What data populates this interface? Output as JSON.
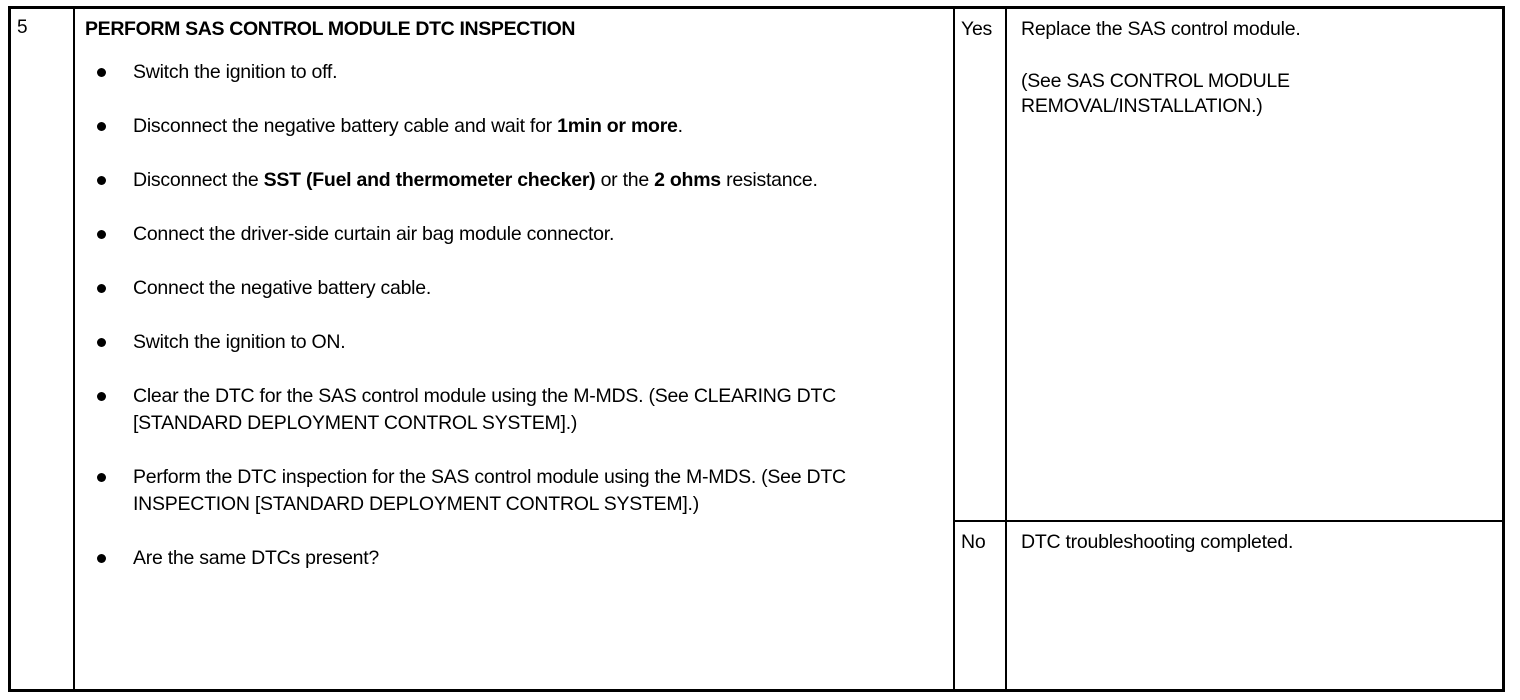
{
  "document": {
    "type": "diagnostic-troubleshooting-table",
    "title": "PERFORM SAS CONTROL MODULE DTC INSPECTION"
  },
  "table": {
    "columns": {
      "step": "step-number",
      "body": "inspection-procedure",
      "answer": "answer",
      "action": "action"
    },
    "step_number": "5",
    "body": {
      "heading": "PERFORM SAS CONTROL MODULE DTC INSPECTION",
      "steps": [
        {
          "segments": [
            {
              "text": "Switch the ignition to off.",
              "bold": false
            }
          ]
        },
        {
          "segments": [
            {
              "text": "Disconnect the negative battery cable and wait for ",
              "bold": false
            },
            {
              "text": "1min or more",
              "bold": true
            },
            {
              "text": ".",
              "bold": false
            }
          ]
        },
        {
          "segments": [
            {
              "text": "Disconnect the ",
              "bold": false
            },
            {
              "text": "SST (Fuel and thermometer checker)",
              "bold": true
            },
            {
              "text": " or the ",
              "bold": false
            },
            {
              "text": "2 ohms",
              "bold": true
            },
            {
              "text": " resistance.",
              "bold": false
            }
          ]
        },
        {
          "segments": [
            {
              "text": "Connect the driver-side curtain air bag module connector.",
              "bold": false
            }
          ]
        },
        {
          "segments": [
            {
              "text": "Connect the negative battery cable.",
              "bold": false
            }
          ]
        },
        {
          "segments": [
            {
              "text": "Switch the ignition to ON.",
              "bold": false
            }
          ]
        },
        {
          "segments": [
            {
              "text": "Clear the DTC for the SAS control module using the M-MDS. (See CLEARING DTC [STANDARD DEPLOYMENT CONTROL SYSTEM].)",
              "bold": false
            }
          ]
        },
        {
          "segments": [
            {
              "text": "Perform the DTC inspection for the SAS control module using the M-MDS. (See DTC INSPECTION [STANDARD DEPLOYMENT CONTROL SYSTEM].)",
              "bold": false
            }
          ]
        },
        {
          "segments": [
            {
              "text": "Are the same DTCs present?",
              "bold": false
            }
          ]
        }
      ]
    },
    "rows": [
      {
        "answer": "Yes",
        "action_main": "Replace the SAS control module.",
        "action_reference_line1": "(See SAS CONTROL MODULE",
        "action_reference_line2": "REMOVAL/INSTALLATION.)"
      },
      {
        "answer": "No",
        "action_main": "DTC troubleshooting completed.",
        "action_reference_line1": "",
        "action_reference_line2": ""
      }
    ]
  },
  "colors": {
    "ink": "#000000",
    "paper": "#ffffff"
  }
}
